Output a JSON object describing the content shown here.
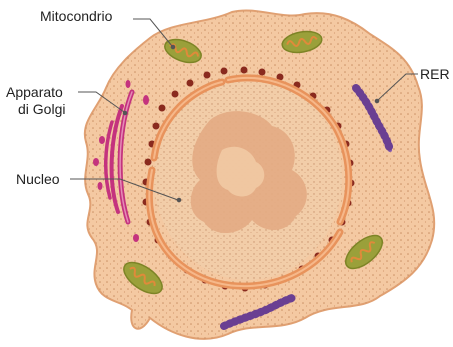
{
  "labels": {
    "mitochondrion": "Mitocondrio",
    "golgi_line1": "Apparato",
    "golgi_line2": "di Golgi",
    "nucleus": "Nucleo",
    "rer": "RER"
  },
  "colors": {
    "cytoplasm": "#f4c9a2",
    "cytoplasm_outline": "#e0a072",
    "nuclear_envelope": "#e8935c",
    "nucleoplasm": "#f2cda8",
    "chromatin": "#e3ab83",
    "ribosome": "#8a2a1e",
    "mitochondrion": "#9aa03a",
    "mitochondrion_inner": "#e08a3a",
    "golgi": "#c4337e",
    "rer": "#8a5fb0",
    "leader_line": "#555555"
  }
}
